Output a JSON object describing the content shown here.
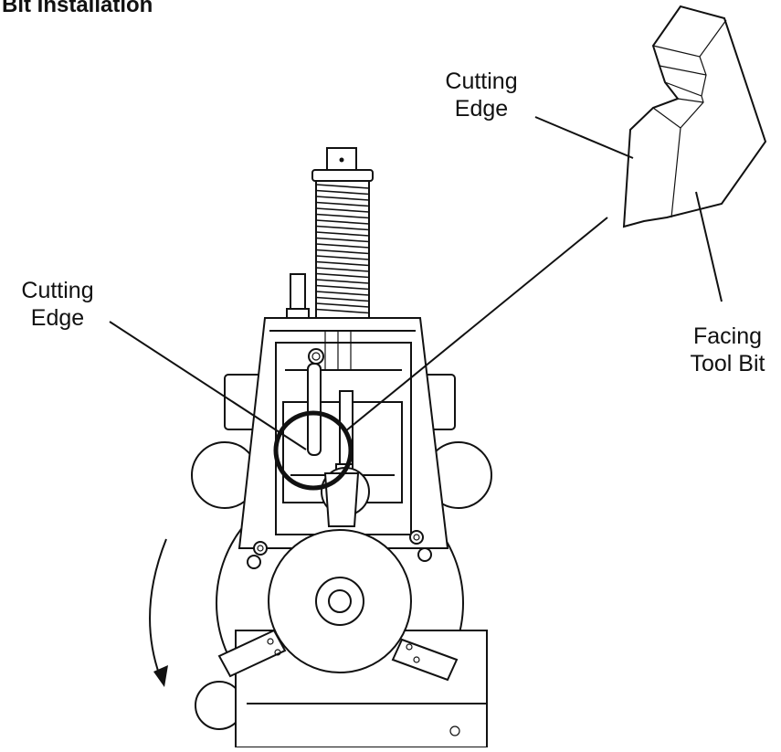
{
  "title": "Bit Installation",
  "labels": {
    "cutting_edge_top": {
      "line1": "Cutting",
      "line2": "Edge"
    },
    "cutting_edge_left": {
      "line1": "Cutting",
      "line2": "Edge"
    },
    "facing_tool_bit": {
      "line1": "Facing",
      "line2": "Tool Bit"
    }
  },
  "colors": {
    "line": "#111111",
    "background": "#ffffff"
  }
}
